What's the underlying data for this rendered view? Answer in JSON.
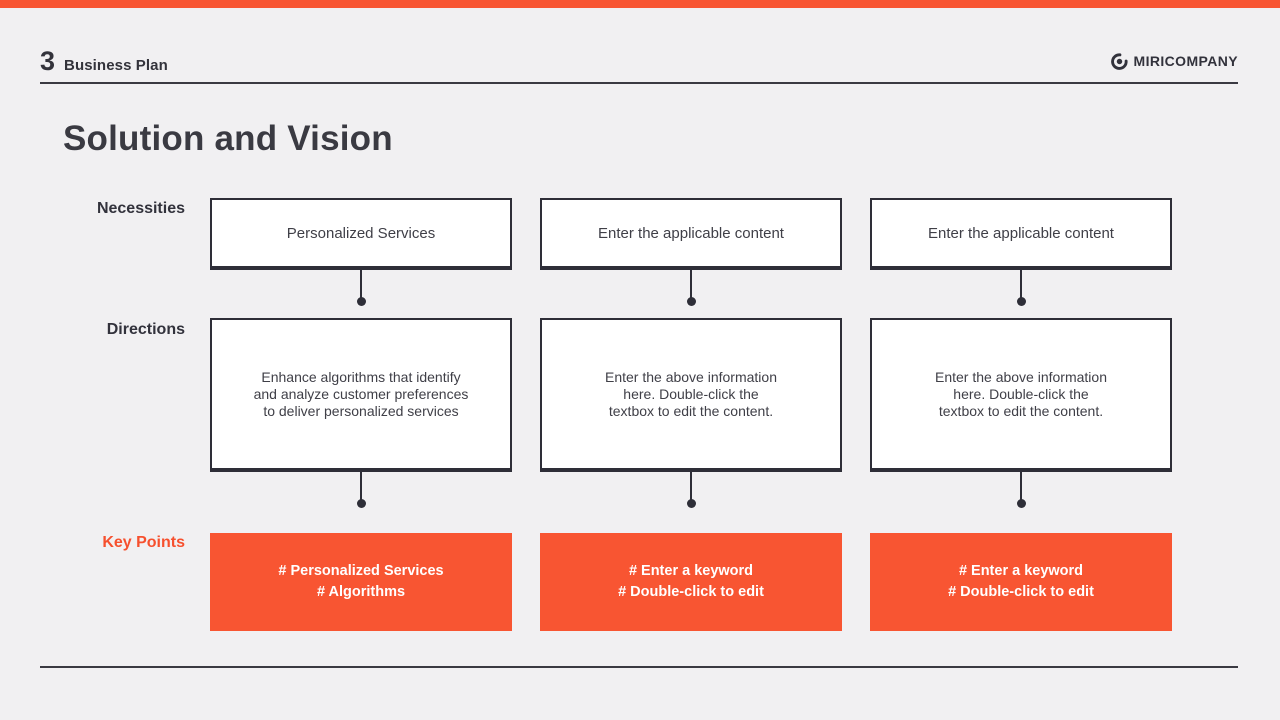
{
  "colors": {
    "accent": "#f85532",
    "dark": "#2e2e38",
    "background": "#f1f0f2"
  },
  "header": {
    "page_number": "3",
    "section_title": "Business Plan",
    "brand": "MIRICOMPANY",
    "logo_icon": "swirl-icon"
  },
  "slide": {
    "title": "Solution and Vision"
  },
  "diagram": {
    "row_labels": {
      "necessities": "Necessities",
      "directions": "Directions",
      "key_points": "Key Points"
    },
    "columns": [
      {
        "necessity": "Personalized Services",
        "direction_lines": {
          "0": "Enhance algorithms that identify",
          "1": "and analyze customer preferences",
          "2": "to deliver personalized services"
        },
        "keypoint_lines": {
          "0": "# Personalized Services",
          "1": "# Algorithms"
        }
      },
      {
        "necessity": "Enter the applicable content",
        "direction_lines": {
          "0": "Enter the above information",
          "1": "here. Double-click the",
          "2": "textbox to edit the content."
        },
        "keypoint_lines": {
          "0": "# Enter a keyword",
          "1": "# Double-click to edit"
        }
      },
      {
        "necessity": "Enter the applicable content",
        "direction_lines": {
          "0": "Enter the above information",
          "1": "here. Double-click the",
          "2": "textbox to edit the content."
        },
        "keypoint_lines": {
          "0": "# Enter a keyword",
          "1": "# Double-click to edit"
        }
      }
    ]
  }
}
